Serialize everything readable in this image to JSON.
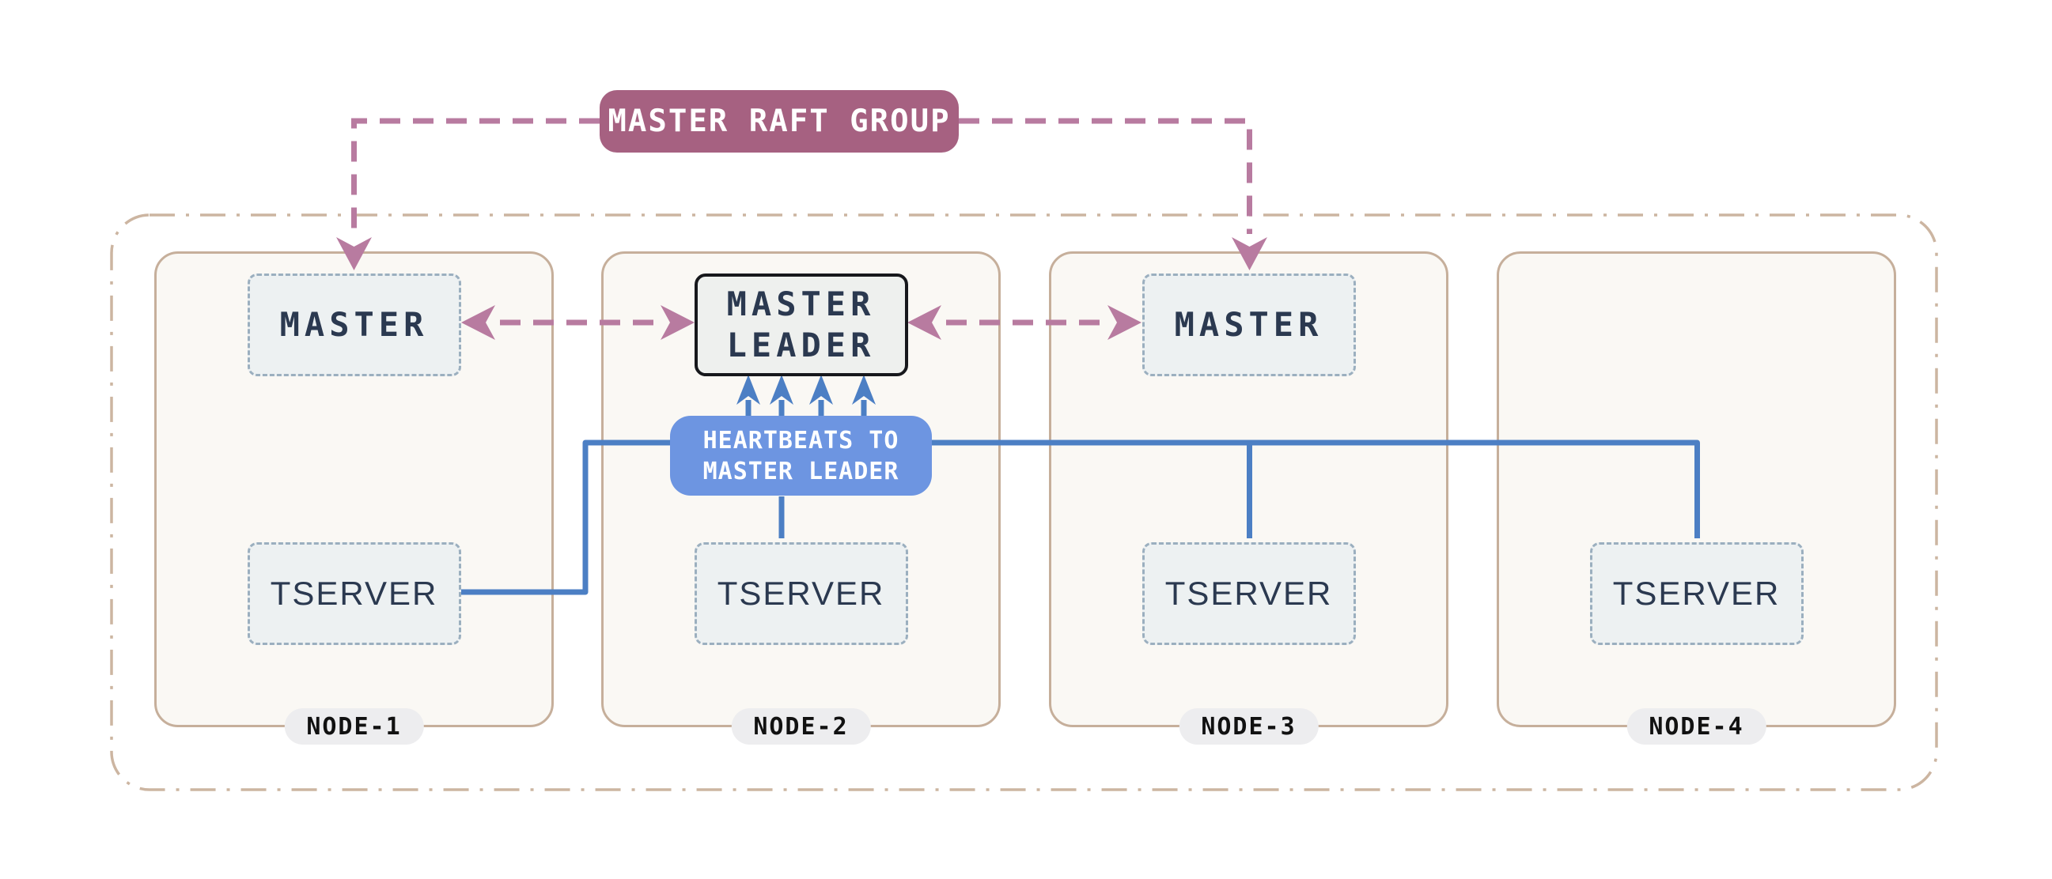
{
  "raft_badge": {
    "label": "MASTER RAFT GROUP"
  },
  "heartbeat_badge": {
    "lines": [
      "HEARTBEATS TO",
      "MASTER LEADER"
    ]
  },
  "nodes": [
    {
      "label": "NODE-1",
      "master_label": "MASTER",
      "tserver_label": "TSERVER"
    },
    {
      "label": "NODE-2",
      "master_label": "MASTER LEADER",
      "tserver_label": "TSERVER"
    },
    {
      "label": "NODE-3",
      "master_label": "MASTER",
      "tserver_label": "TSERVER"
    },
    {
      "label": "NODE-4",
      "tserver_label": "TSERVER"
    }
  ],
  "colors": {
    "plum_badge": "#a66181",
    "pink_line": "#b87ba0",
    "blue_badge": "#6d95e1",
    "blue_line": "#4c7fc4",
    "navy_text": "#2b3950",
    "box_fill": "#edf1f2",
    "box_border": "#9bafbf",
    "leader_border": "#17181c",
    "node_fill": "#faf8f4",
    "node_border": "#c6af9b",
    "outer_border": "#ccb5a1",
    "pill_fill": "#ededef",
    "pill_text": "#111111",
    "background": "#ffffff"
  }
}
